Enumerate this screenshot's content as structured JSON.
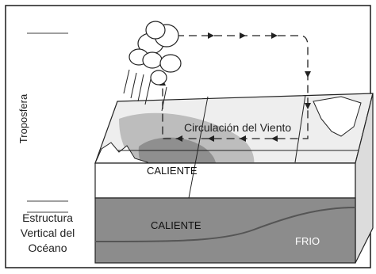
{
  "labels": {
    "troposphere": "Troposfera",
    "ocean_structure_line1": "Estructura",
    "ocean_structure_line2": "Vertical del",
    "ocean_structure_line3": "Océano",
    "wind_circulation": "Circulación del Viento",
    "warm_surface": "CALIENTE",
    "warm_ocean": "CALIENTE",
    "cold_ocean": "FRIO"
  },
  "colors": {
    "frame": "#1a1a1a",
    "ocean_block": "#8c8c8c",
    "ocean_block_dark": "#6e6e6e",
    "warm_water_light": "#bdbdbd",
    "warm_water_dark": "#8f8f8f",
    "sea_surface": "#eeeeee",
    "cloud": "#ffffff",
    "line": "#222222",
    "scale_tick": "#a0a0a0",
    "cold_text": "#ffffff"
  },
  "icons": [
    "cloud-icon",
    "rain-icon",
    "wind-arrow-icon"
  ]
}
